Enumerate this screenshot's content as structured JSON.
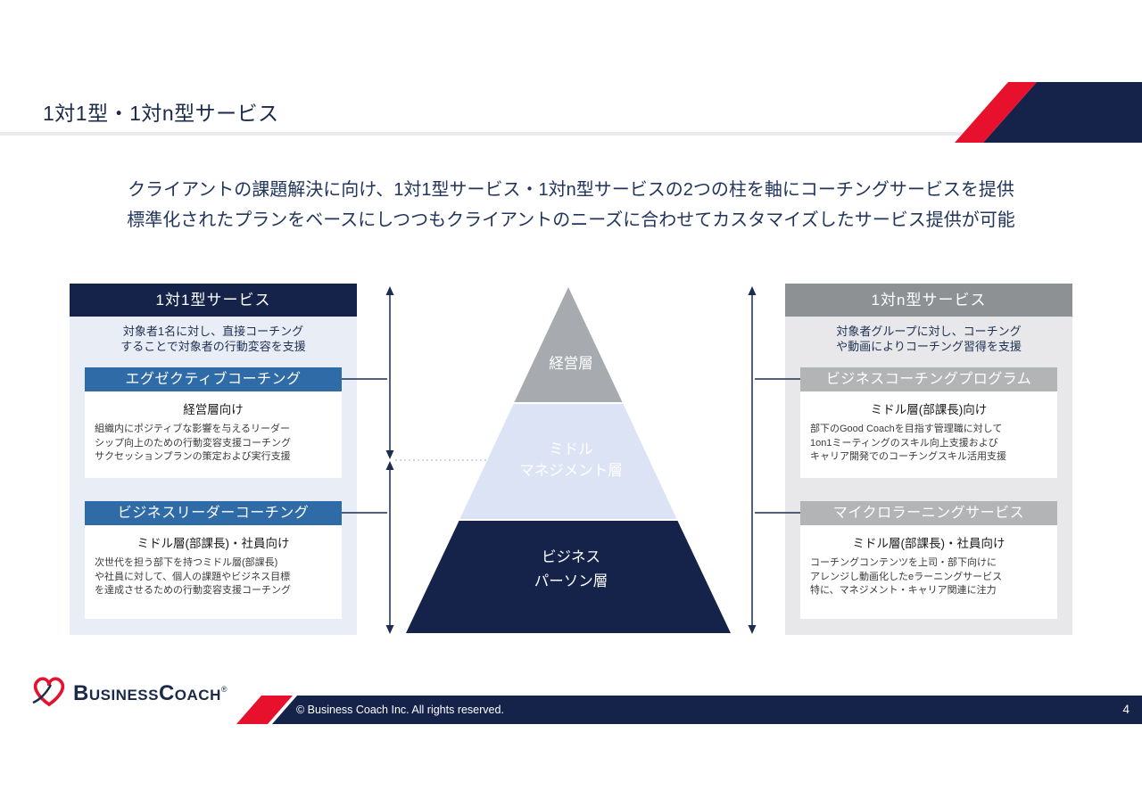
{
  "slide": {
    "title": "1対1型・1対n型サービス",
    "description": "クライアントの課題解決に向け、1対1型サービス・1対n型サービスの2つの柱を軸にコーチングサービスを提供\n標準化されたプランをベースにしつつもクライアントのニーズに合わせてカスタマイズしたサービス提供が可能"
  },
  "left_panel": {
    "header": "1対1型サービス",
    "summary": "対象者1名に対し、直接コーチング\nすることで対象者の行動変容を支援",
    "services": [
      {
        "name": "エグゼクティブコーチング",
        "target": "経営層向け",
        "description": "組織内にポジティブな影響を与えるリーダー\nシップ向上のための行動変容支援コーチング\nサクセッションプランの策定および実行支援"
      },
      {
        "name": "ビジネスリーダーコーチング",
        "target": "ミドル層(部課長)・社員向け",
        "description": "次世代を担う部下を持つミドル層(部課長)\nや社員に対して、個人の課題やビジネス目標\nを達成させるための行動変容支援コーチング"
      }
    ]
  },
  "pyramid": {
    "top": "経営層",
    "middle": "ミドル\nマネジメント層",
    "bottom": "ビジネス\nパーソン層"
  },
  "right_panel": {
    "header": "1対n型サービス",
    "summary": "対象者グループに対し、コーチング\nや動画によりコーチング習得を支援",
    "services": [
      {
        "name": "ビジネスコーチングプログラム",
        "target": "ミドル層(部課長)向け",
        "description": "部下のGood Coachを目指す管理職に対して\n1on1ミーティングのスキル向上支援および\nキャリア開発でのコーチングスキル活用支援"
      },
      {
        "name": "マイクロラーニングサービス",
        "target": "ミドル層(部課長)・社員向け",
        "description": "コーチングコンテンツを上司・部下向けに\nアレンジし動画化したeラーニングサービス\n特に、マネジメント・キャリア関連に注力"
      }
    ]
  },
  "footer": {
    "logo_word1": "Business",
    "logo_word2": "Coach",
    "logo_reg": "®",
    "copyright": "© Business Coach Inc. All rights reserved.",
    "page_number": "4"
  },
  "colors": {
    "navy": "#15234a",
    "red": "#e8112d",
    "steel_blue": "#2f6ba7",
    "light_blue_panel": "#e9eef6",
    "gray_panel": "#e8e8ea",
    "gray_header": "#8e9194",
    "gray_bar": "#b3b4b6",
    "pyramid_top": "#a7aaae",
    "pyramid_middle": "#dbe3f4",
    "pyramid_bottom": "#15234a"
  }
}
